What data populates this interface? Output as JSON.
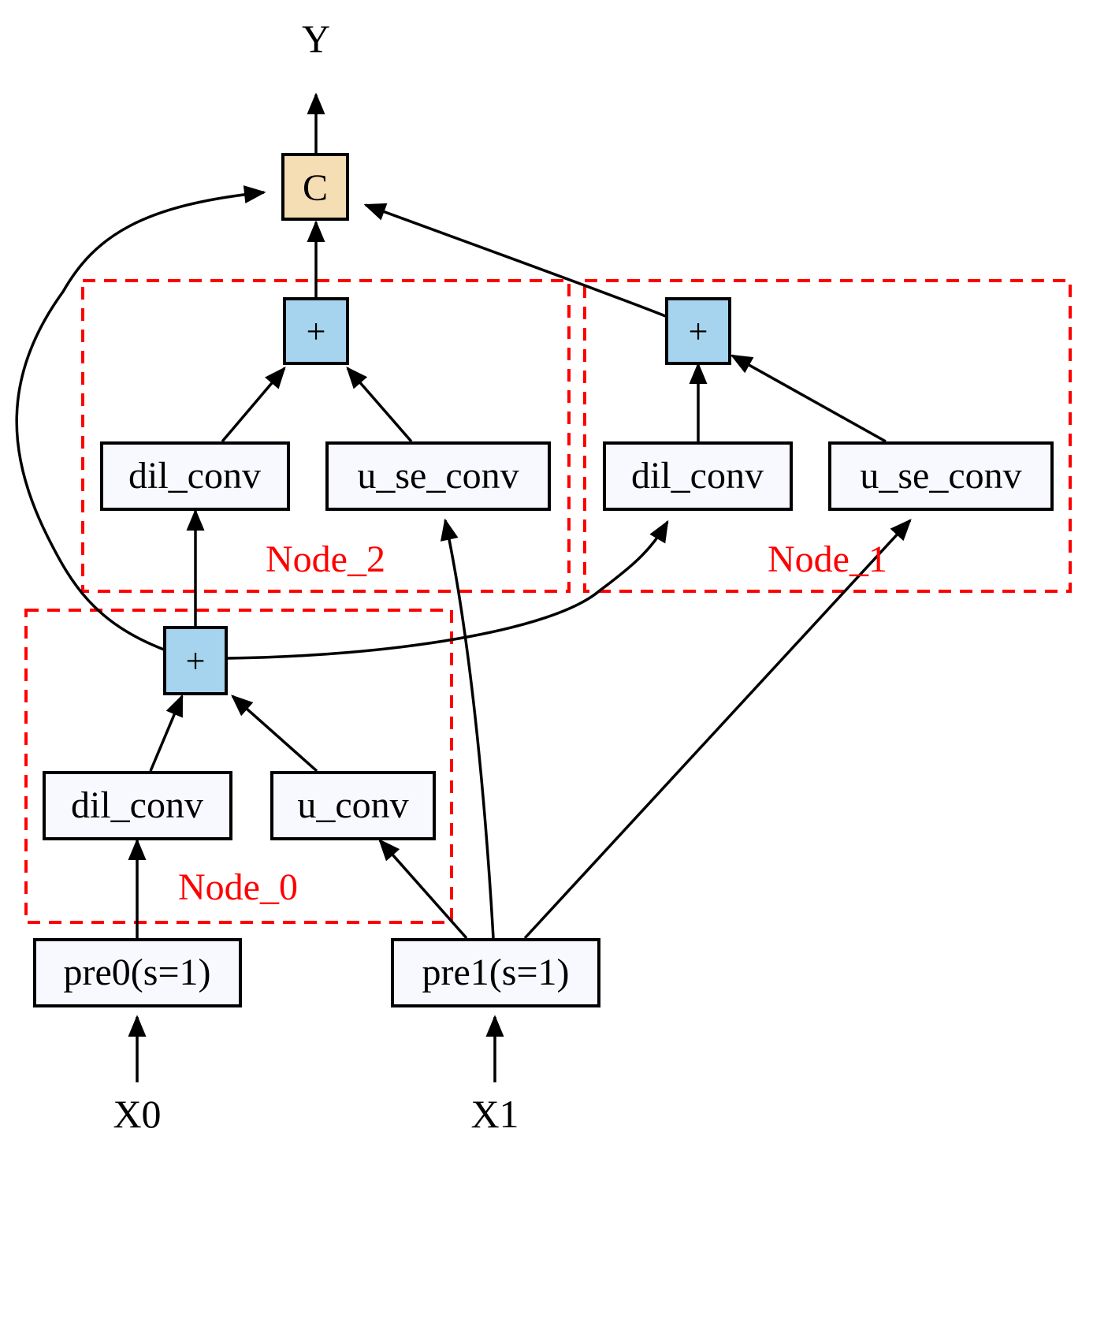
{
  "colors": {
    "cluster": "#ff0000",
    "op_fill": "#f8f8ff",
    "add_fill": "#a6d4ee",
    "concat_fill": "#f5deb3",
    "edge": "#000000"
  },
  "io": {
    "output": "Y",
    "input_0": "X0",
    "input_1": "X1"
  },
  "preprocess": {
    "pre0": "pre0(s=1)",
    "pre1": "pre1(s=1)"
  },
  "concat": {
    "label": "C"
  },
  "clusters": {
    "node_0": {
      "label": "Node_0",
      "op_left": "dil_conv",
      "op_right": "u_conv",
      "add": "+"
    },
    "node_1": {
      "label": "Node_1",
      "op_left": "dil_conv",
      "op_right": "u_se_conv",
      "add": "+"
    },
    "node_2": {
      "label": "Node_2",
      "op_left": "dil_conv",
      "op_right": "u_se_conv",
      "add": "+"
    }
  }
}
